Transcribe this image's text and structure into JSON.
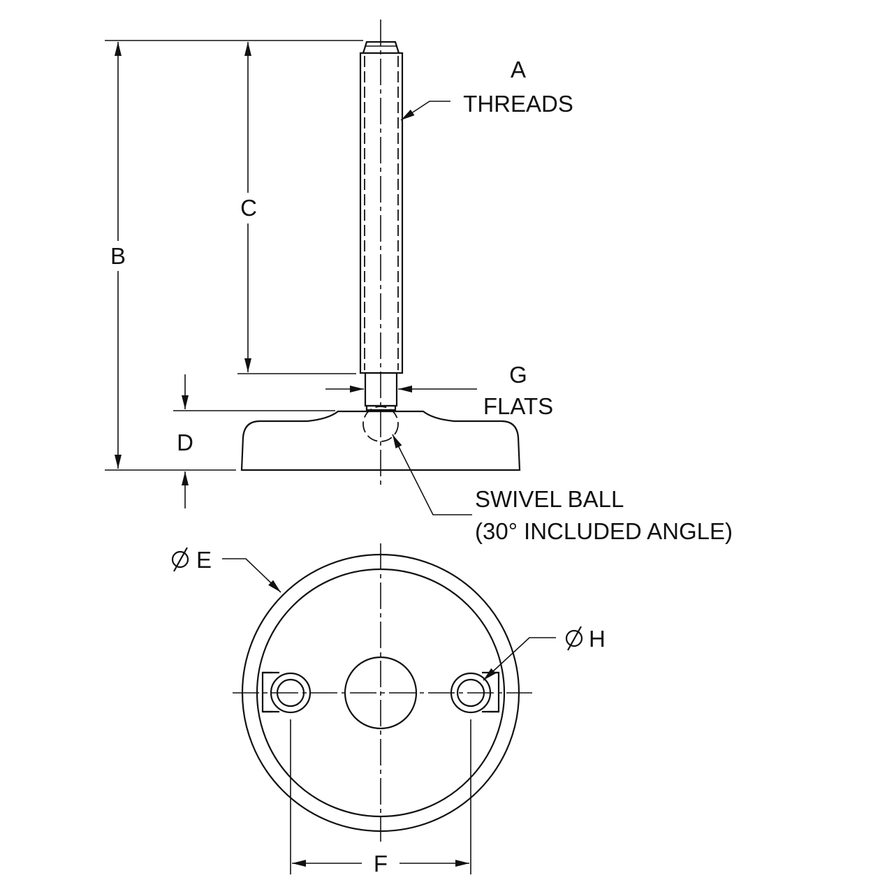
{
  "labels": {
    "a": "A",
    "threads": "THREADS",
    "b": "B",
    "c": "C",
    "d": "D",
    "g": "G",
    "flats": "FLATS",
    "swivel_ball": "SWIVEL BALL",
    "included_angle": "(30° INCLUDED ANGLE)",
    "e": "E",
    "h": "H",
    "f": "F"
  },
  "colors": {
    "line": "#111111",
    "background": "#ffffff"
  }
}
